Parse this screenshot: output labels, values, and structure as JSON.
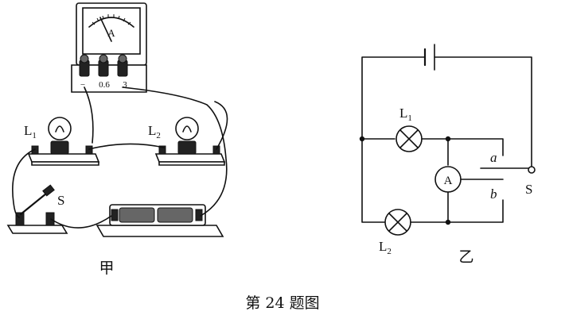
{
  "figure_caption": "第 24 题图",
  "circuit_jia": {
    "label": "甲",
    "ammeter": {
      "dial_symbol": "A",
      "terminal_labels": [
        "−",
        "0.6",
        "3"
      ]
    },
    "bulb_1": {
      "label": "L",
      "sub": "1"
    },
    "bulb_2": {
      "label": "L",
      "sub": "2"
    },
    "switch": {
      "label": "S"
    }
  },
  "circuit_yi": {
    "label": "乙",
    "ammeter_symbol": "A",
    "lamp_1": {
      "label": "L",
      "sub": "1"
    },
    "lamp_2": {
      "label": "L",
      "sub": "2"
    },
    "switch": {
      "label": "S"
    },
    "contact_a": "a",
    "contact_b": "b"
  }
}
